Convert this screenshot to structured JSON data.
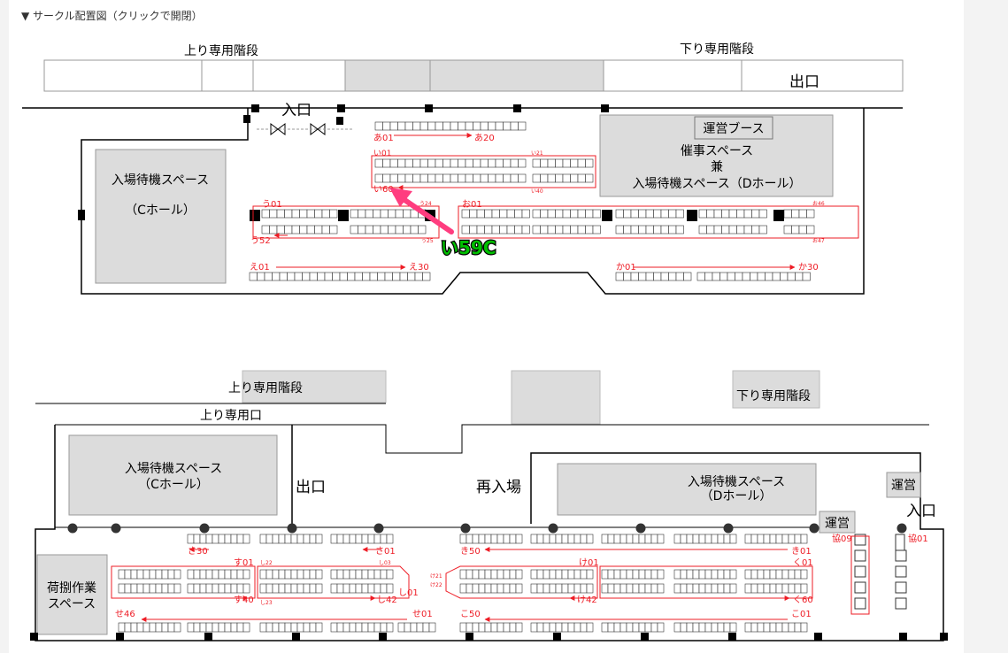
{
  "toggle_label": "▼ サークル配置図（クリックで開閉）",
  "colors": {
    "accent_red": "#ee1c25",
    "highlight_pink": "#ff3d7f",
    "highlight_green": "#00c000",
    "gray_fill": "#dcdcdc"
  },
  "top_map": {
    "stairs_up": "上り専用階段",
    "stairs_down": "下り専用階段",
    "exit": "出口",
    "entrance": "入口",
    "staff_booth": "運営ブース",
    "event_space": [
      "催事スペース",
      "兼",
      "入場待機スペース（Dホール）"
    ],
    "waiting_c": [
      "入場待機スペース",
      "（Cホール）"
    ],
    "labels": {
      "a01": "あ01",
      "a20": "あ20",
      "i01": "い01",
      "i21": "い21",
      "i40": "い40",
      "i60": "い60",
      "u01": "う01",
      "u52": "う52",
      "u25": "う25",
      "u24": "う24",
      "o01": "お01",
      "o46": "お46",
      "o47": "お47",
      "e01": "え01",
      "e30": "え30",
      "ka01": "か01",
      "ka30": "か30"
    },
    "highlight": "い59C"
  },
  "bottom_map": {
    "stairs_up": "上り専用階段",
    "stairs_down": "下り専用階段",
    "entrance_up": "上り専用口",
    "exit": "出口",
    "reentry": "再入場",
    "entrance": "入口",
    "staff": "運営",
    "waiting_c": [
      "入場待機スペース",
      "（Cホール）"
    ],
    "waiting_d": [
      "入場待機スペース",
      "（Dホール）"
    ],
    "loading": [
      "荷捌作業",
      "スペース"
    ],
    "labels": {
      "sa30": "さ30",
      "sa01": "さ01",
      "su01": "す01",
      "su40": "す40",
      "shi22": "し22",
      "shi23": "し23",
      "shi03": "し03",
      "shi42": "し42",
      "shi01": "し01",
      "ki50": "き50",
      "ki01": "き01",
      "ke01": "け01",
      "ke42": "け42",
      "ke21": "け21",
      "ke22": "け22",
      "ku01": "く01",
      "ku60": "く60",
      "se46": "せ46",
      "se01": "せ01",
      "ko50": "こ50",
      "ko01": "こ01",
      "kyo09": "協09",
      "kyo01": "協01"
    }
  }
}
